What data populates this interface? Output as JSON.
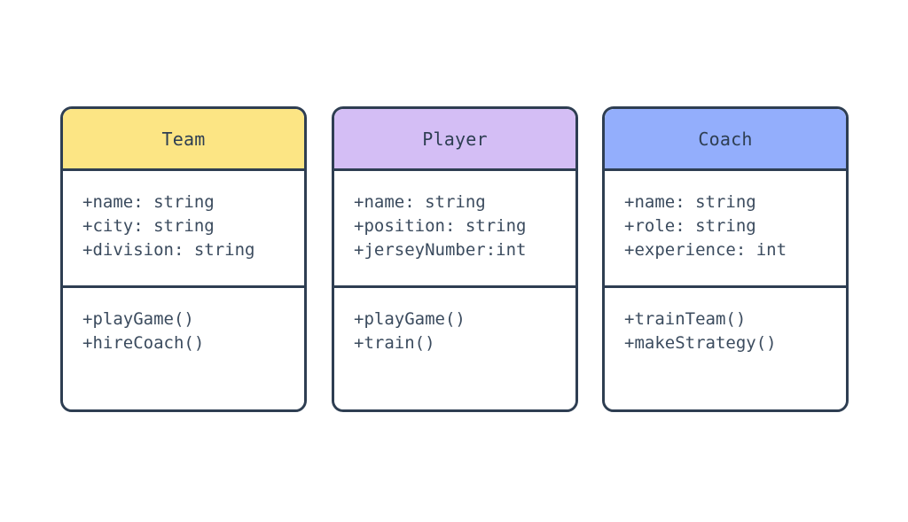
{
  "diagram": {
    "type": "uml-class-diagram",
    "background_color": "#ffffff",
    "border_color": "#2e3e52",
    "text_color": "#3b4b5e",
    "title_color": "#2e3e52",
    "classes": [
      {
        "name": "Team",
        "header_color": "#fce584",
        "attributes": [
          "+name: string",
          "+city: string",
          "+division: string"
        ],
        "methods": [
          "+playGame()",
          "+hireCoach()"
        ]
      },
      {
        "name": "Player",
        "header_color": "#d4bef5",
        "attributes": [
          "+name: string",
          "+position: string",
          "+jerseyNumber:int"
        ],
        "methods": [
          "+playGame()",
          "+train()"
        ]
      },
      {
        "name": "Coach",
        "header_color": "#93aefc",
        "attributes": [
          "+name: string",
          "+role: string",
          "+experience: int"
        ],
        "methods": [
          "+trainTeam()",
          "+makeStrategy()"
        ]
      }
    ]
  }
}
